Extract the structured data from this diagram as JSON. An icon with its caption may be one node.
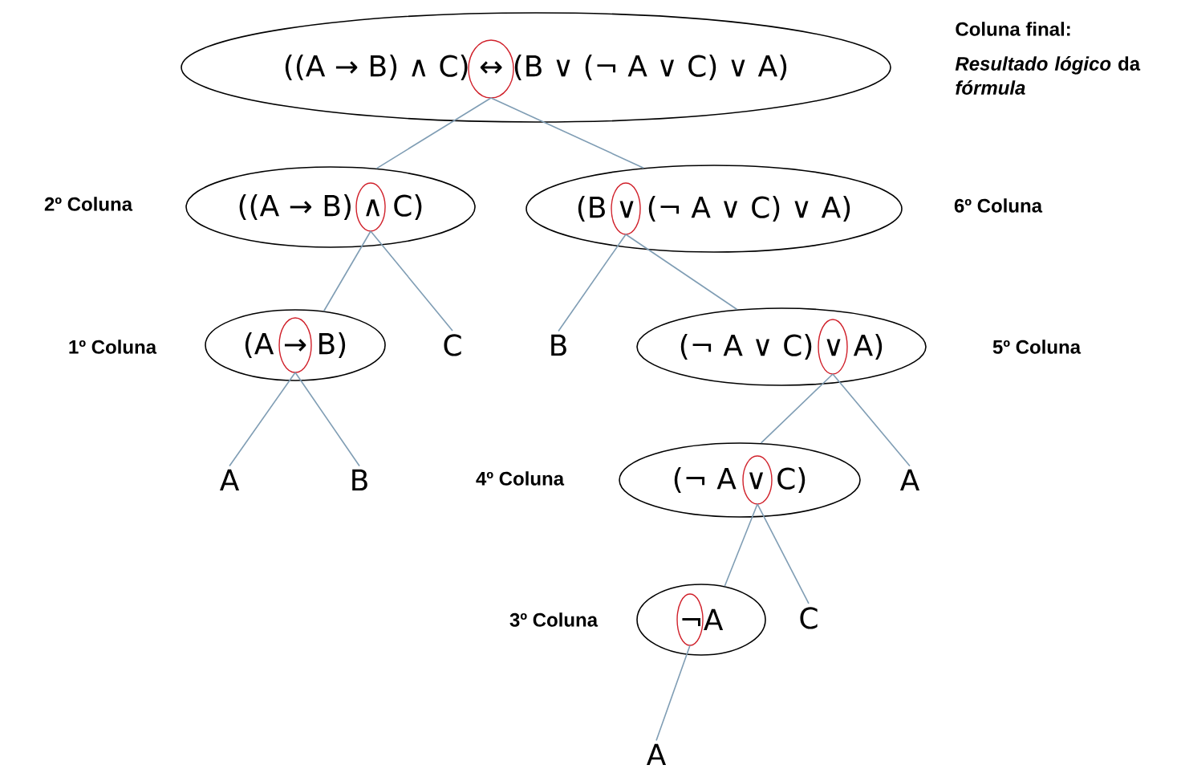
{
  "diagram": {
    "nodes": [
      {
        "text": [
          "((A → B) ∧ C) ↔ (B ∨ (¬ A ∨ C) ∨ A)"
        ],
        "beside": [
          "Coluna final:",
          "*Resultado lógico* da *fórmula*"
        ]
      },
      {
        "text": [
          "((A → B) ∧ C)"
        ],
        "beside": [
          "2º Coluna"
        ]
      },
      {
        "text": [
          "(B ∨ (¬ A ∨ C) ∨ A)"
        ],
        "beside": [
          "6º Coluna"
        ]
      },
      {
        "text": [
          "(A → B)"
        ],
        "beside": [
          "1º Coluna"
        ]
      },
      {
        "text": [
          "C"
        ]
      },
      {
        "text": [
          "B"
        ]
      },
      {
        "text": [
          "(¬ A ∨ C) ∨ A)"
        ],
        "beside": [
          "5º Coluna"
        ]
      },
      {
        "text": [
          "A"
        ]
      },
      {
        "text": [
          "B"
        ]
      },
      {
        "text": [
          "(¬ A ∨ C)"
        ],
        "beside": [
          "4º Coluna"
        ]
      },
      {
        "text": [
          "A"
        ]
      },
      {
        "text": [
          "¬A"
        ],
        "beside": [
          "3º Coluna"
        ]
      },
      {
        "text": [
          "C"
        ]
      },
      {
        "text": [
          "A"
        ]
      }
    ],
    "edges": [
      {
        "from": 0,
        "to": 1,
        "arrow": "none"
      },
      {
        "from": 0,
        "to": 2,
        "arrow": "none"
      },
      {
        "from": 1,
        "to": 3,
        "arrow": "none"
      },
      {
        "from": 1,
        "to": 4,
        "arrow": "none"
      },
      {
        "from": 2,
        "to": 5,
        "arrow": "none"
      },
      {
        "from": 2,
        "to": 6,
        "arrow": "none"
      },
      {
        "from": 3,
        "to": 7,
        "arrow": "none"
      },
      {
        "from": 3,
        "to": 8,
        "arrow": "none"
      },
      {
        "from": 6,
        "to": 9,
        "arrow": "none"
      },
      {
        "from": 6,
        "to": 10,
        "arrow": "none"
      },
      {
        "from": 9,
        "to": 11,
        "arrow": "none"
      },
      {
        "from": 9,
        "to": 12,
        "arrow": "none"
      },
      {
        "from": 11,
        "to": 13,
        "arrow": "none"
      }
    ]
  }
}
